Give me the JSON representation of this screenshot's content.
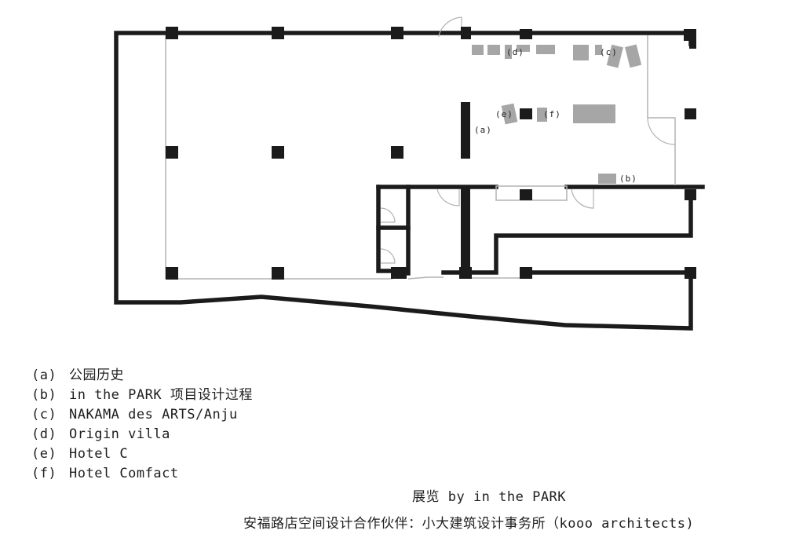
{
  "plan": {
    "labels": {
      "a": "(a)",
      "b": "(b)",
      "c": "(c)",
      "d": "(d)",
      "e": "(e)",
      "f": "(f)"
    },
    "colors": {
      "wall": "#1b1b1b",
      "exhibit": "#a6a6a6",
      "partition": "#b3b3b3"
    }
  },
  "legend": {
    "items": [
      {
        "key": "(a)",
        "label": "公园历史"
      },
      {
        "key": "(b)",
        "label": "in the PARK 项目设计过程"
      },
      {
        "key": "(c)",
        "label": "NAKAMA des ARTS/Anju"
      },
      {
        "key": "(d)",
        "label": "Origin villa"
      },
      {
        "key": "(e)",
        "label": "Hotel C"
      },
      {
        "key": "(f)",
        "label": "Hotel Comfact"
      }
    ]
  },
  "credits": {
    "exhibition": "展览 by in the PARK",
    "partner": "安福路店空间设计合作伙伴：小大建筑设计事务所（kooo architects)"
  }
}
